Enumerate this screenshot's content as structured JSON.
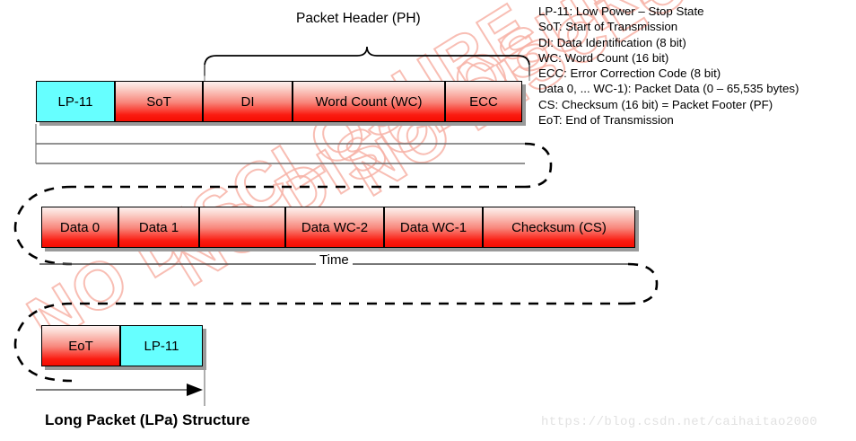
{
  "diagram": {
    "title": "Long Packet (LPa) Structure",
    "header_brace_label": "Packet Header (PH)",
    "time_label": "Time",
    "watermark_text": "NO DISCLOSURE",
    "watermark_color": "#f7b3a8",
    "url_watermark": "https://blog.csdn.net/caihaitao2000",
    "colors": {
      "packet_fill": "#fa1b10",
      "lp11_fill": "#66ffff",
      "border": "#000000",
      "guide_line": "#808080",
      "connector": "#000000"
    },
    "rows": [
      {
        "name": "header-row",
        "cells": [
          {
            "label": "LP-11",
            "type": "cyan",
            "x": 40,
            "w": 88
          },
          {
            "label": "SoT",
            "type": "red",
            "w": 98
          },
          {
            "label": "DI",
            "type": "red",
            "w": 100
          },
          {
            "label": "Word Count (WC)",
            "type": "red",
            "w": 170
          },
          {
            "label": "ECC",
            "type": "red",
            "w": 86
          }
        ]
      },
      {
        "name": "data-row",
        "cells": [
          {
            "label": "Data 0",
            "type": "red",
            "x": 46,
            "w": 86
          },
          {
            "label": "Data 1",
            "type": "red",
            "w": 90
          },
          {
            "label": "",
            "type": "empty",
            "w": 96
          },
          {
            "label": "Data WC-2",
            "type": "red",
            "w": 110
          },
          {
            "label": "Data WC-1",
            "type": "red",
            "w": 110
          },
          {
            "label": "Checksum (CS)",
            "type": "red",
            "w": 170
          }
        ]
      },
      {
        "name": "eot-row",
        "cells": [
          {
            "label": "EoT",
            "type": "red",
            "x": 46,
            "w": 88
          },
          {
            "label": "LP-11",
            "type": "cyan",
            "w": 92
          }
        ]
      }
    ]
  },
  "legend": {
    "lines": [
      "LP-11: Low Power – Stop State",
      "SoT: Start of Transmission",
      "DI: Data Identification (8 bit)",
      "WC: Word Count (16 bit)",
      "ECC: Error Correction Code (8 bit)",
      "Data 0, ... WC-1): Packet Data (0 – 65,535 bytes)",
      "CS: Checksum (16 bit) = Packet Footer (PF)",
      "EoT: End of Transmission"
    ]
  }
}
